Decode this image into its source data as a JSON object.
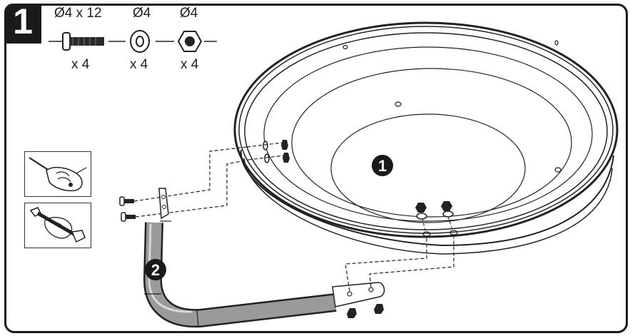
{
  "step": {
    "number": "1"
  },
  "parts": [
    {
      "size": "Ø4 x 12",
      "qty": "x 4",
      "icon": "bolt-icon"
    },
    {
      "size": "Ø4",
      "qty": "x 4",
      "icon": "washer-icon"
    },
    {
      "size": "Ø4",
      "qty": "x 4",
      "icon": "nut-icon"
    }
  ],
  "callouts": [
    {
      "number": "1",
      "refers_to": "bowl"
    },
    {
      "number": "2",
      "refers_to": "handle"
    }
  ],
  "tools": [
    "screwdriver-icon",
    "wrench-icon"
  ],
  "colors": {
    "ink": "#1a1a1a",
    "background": "#ffffff",
    "handle": "#9a9a9a"
  }
}
